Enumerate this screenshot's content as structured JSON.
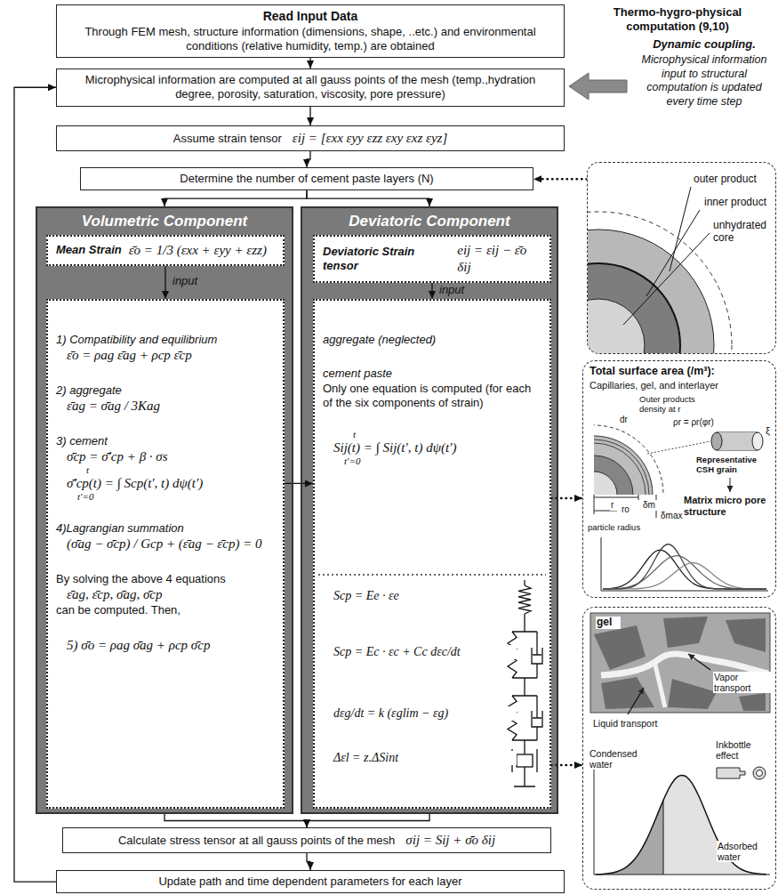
{
  "diagram": {
    "nodes": [
      {
        "text": [
          "Read Input Data",
          "Through FEM mesh, structure information (dimensions, shape, ..etc.) and environmental conditions (relative humidity, temp.) are obtained"
        ]
      },
      {
        "text": [
          "Microphysical information are computed at all gauss points of the mesh (temp.,hydration degree, porosity, saturation, viscosity, pore pressure)"
        ]
      },
      {
        "text": [
          "Assume strain tensor",
          "εij = [εxx εyy εzz εxy εxz εyz]"
        ]
      },
      {
        "text": [
          "Determine the number of cement paste layers (N)"
        ]
      },
      {
        "text": [
          "Volumetric Component"
        ]
      },
      {
        "text": [
          "Mean Strain",
          "ε̄o = 1/3 (εxx + εyy + εzz)"
        ],
        "in": 4
      },
      {
        "text": [
          "1) Compatibility and equilibrium",
          "ε̄o = ρag ε̄ag + ρcp ε̄cp",
          "2) aggregate",
          "ε̄ag = σ̄ag / 3Kag",
          "3) cement",
          "σ̄cp = σ̄′cp + β · σs",
          "t",
          "σ̄′cp(t) = ∫ Scp(t′, t) dψ(t′)",
          "t′=0",
          "4)Lagrangian summation",
          "(σ̄ag − σ̄cp) / Gcp + (ε̄ag − ε̄cp) = 0",
          "By solving the above 4 equations",
          "ε̄ag, ε̄cp, σ̄ag, σ̄cp",
          "can be computed. Then,",
          "5) σ̄o = ρag σ̄ag + ρcp σ̄cp"
        ],
        "in": 4
      },
      {
        "text": [
          "Deviatoric Component"
        ]
      },
      {
        "text": [
          "Deviatoric Strain tensor",
          "eij = εij − ε̄o δij"
        ],
        "in": 7
      },
      {
        "text": [
          "aggregate (neglected)",
          "cement paste",
          "Only one equation is computed (for each of the six components of strain)",
          "t",
          "Sij(t) = ∫ Sij(t′, t) dψ(t′)",
          "t′=0",
          "Scp = Ee · εe",
          "Scp = Ec · εc + Cc dεc/dt",
          "dεg/dt = k (εglim − εg)",
          "Δεl = z.ΔSint"
        ],
        "in": 7
      },
      {
        "text": [
          "Calculate stress tensor at all gauss points of the mesh",
          "σij = Sij + σ̄o δij"
        ]
      },
      {
        "text": [
          "Update path and time dependent parameters for each layer"
        ]
      },
      {
        "text": [
          "outer product",
          "inner product",
          "unhydrated core"
        ]
      },
      {
        "text": [
          "Total surface area (/m³):",
          "Capillaries, gel, and interlayer",
          "Outer products density at r",
          "ρr = ρr(φr)",
          "dr",
          "r",
          "ro",
          "particle radius",
          "δm",
          "δmax",
          "Representative CSH grain",
          "ξ",
          "Matrix micro pore structure"
        ]
      },
      {
        "text": [
          "gel",
          "Vapor transport",
          "Liquid transport",
          "Condensed water",
          "Inkbottle effect",
          "Adsorbed water"
        ]
      }
    ],
    "edges": [
      {
        "from": 0,
        "to": 1,
        "arrow": "to"
      },
      {
        "from": 1,
        "to": 2,
        "arrow": "to"
      },
      {
        "from": 2,
        "to": 3,
        "arrow": "to"
      },
      {
        "from": 3,
        "to": 4,
        "arrow": "to"
      },
      {
        "from": 3,
        "to": 7,
        "arrow": "to"
      },
      {
        "from": 5,
        "to": 6,
        "label": "input",
        "arrow": "to"
      },
      {
        "from": 8,
        "to": 9,
        "label": "input",
        "arrow": "to"
      },
      {
        "from": 6,
        "to": 9,
        "arrow": "to"
      },
      {
        "from": 4,
        "to": 10,
        "arrow": "to"
      },
      {
        "from": 7,
        "to": 10,
        "arrow": "to"
      },
      {
        "from": 10,
        "to": 11,
        "arrow": "to"
      },
      {
        "from": 11,
        "to": 1,
        "arrow": "to"
      },
      {
        "from": 12,
        "to": 3,
        "arrow": "to"
      },
      {
        "from": 9,
        "to": 13,
        "arrow": "to"
      },
      {
        "from": 9,
        "to": 14,
        "arrow": "to"
      }
    ],
    "labels": [
      "Thermo-hygro-physical computation (9,10)",
      "Dynamic coupling.",
      "Microphysical information input to structural computation is updated every time step"
    ]
  }
}
